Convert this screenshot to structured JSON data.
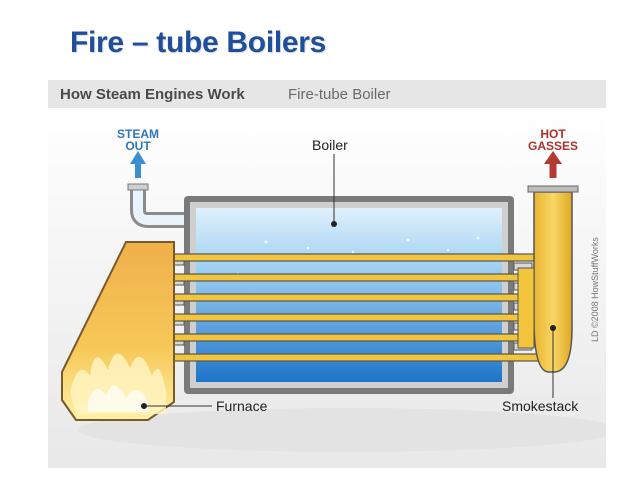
{
  "slide": {
    "title": "Fire – tube Boilers"
  },
  "figure": {
    "header_main": "How Steam Engines Work",
    "header_sub": "Fire-tube Boiler",
    "credit": "LD ©2008 HowStuffWorks",
    "labels": {
      "steam_line1": "STEAM",
      "steam_line2": "OUT",
      "gas_line1": "HOT",
      "gas_line2": "GASSES",
      "boiler": "Boiler",
      "furnace": "Furnace",
      "smokestack": "Smokestack"
    },
    "colors": {
      "steam_arrow": "#3b8fd0",
      "gas_arrow": "#b23a33",
      "tube_yellow": "#f2c53d",
      "furnace_orange": "#e89a30",
      "water_blue": "#2a7fd0"
    }
  }
}
